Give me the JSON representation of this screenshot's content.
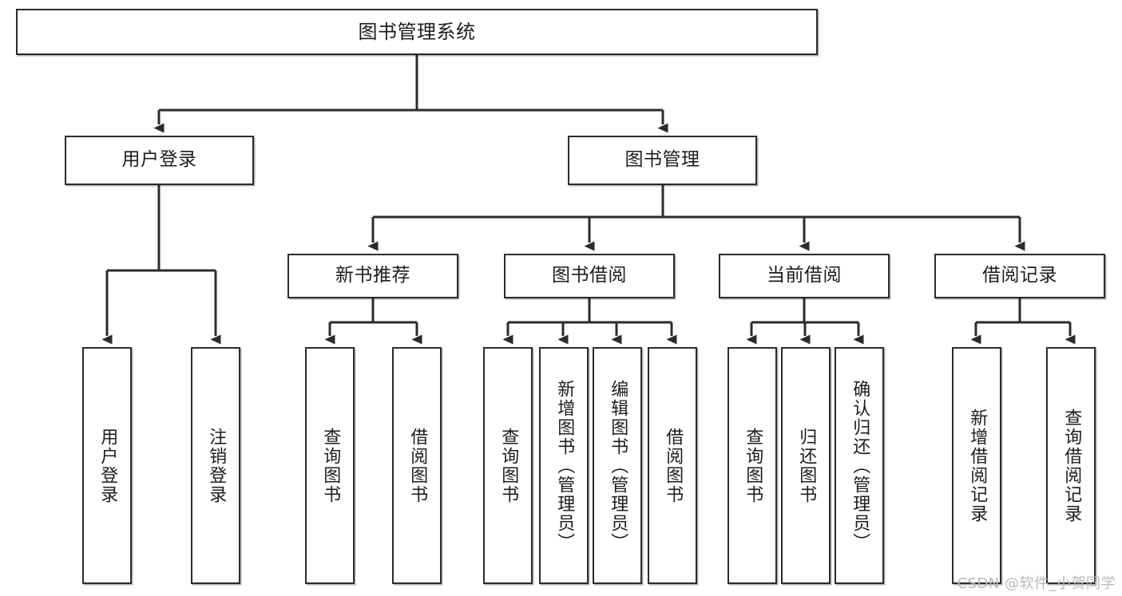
{
  "diagram": {
    "title": "图书管理系统",
    "type": "tree-hierarchy",
    "root": {
      "label": "图书管理系统"
    },
    "level2": [
      {
        "label": "用户登录"
      },
      {
        "label": "图书管理"
      }
    ],
    "level3": [
      {
        "label": "新书推荐"
      },
      {
        "label": "图书借阅"
      },
      {
        "label": "当前借阅"
      },
      {
        "label": "借阅记录"
      }
    ],
    "leaves": {
      "user_login": [
        {
          "label": "用户登录"
        },
        {
          "label": "注销登录"
        }
      ],
      "new_book_recommend": [
        {
          "label": "查询图书"
        },
        {
          "label": "借阅图书"
        }
      ],
      "book_borrow": [
        {
          "label": "查询图书"
        },
        {
          "label": "新增图书（管理员）"
        },
        {
          "label": "编辑图书（管理员）"
        },
        {
          "label": "借阅图书"
        }
      ],
      "current_borrow": [
        {
          "label": "查询图书"
        },
        {
          "label": "归还图书"
        },
        {
          "label": "确认归还（管理员）"
        }
      ],
      "borrow_record": [
        {
          "label": "新增借阅记录"
        },
        {
          "label": "查询借阅记录"
        }
      ]
    }
  },
  "watermark": {
    "text": "CSDN @软件_小贺同学"
  },
  "colors": {
    "stroke": "#2b2b2b",
    "fill": "#ffffff",
    "text": "#1d1d1d",
    "watermark": "#b9b9b9"
  }
}
